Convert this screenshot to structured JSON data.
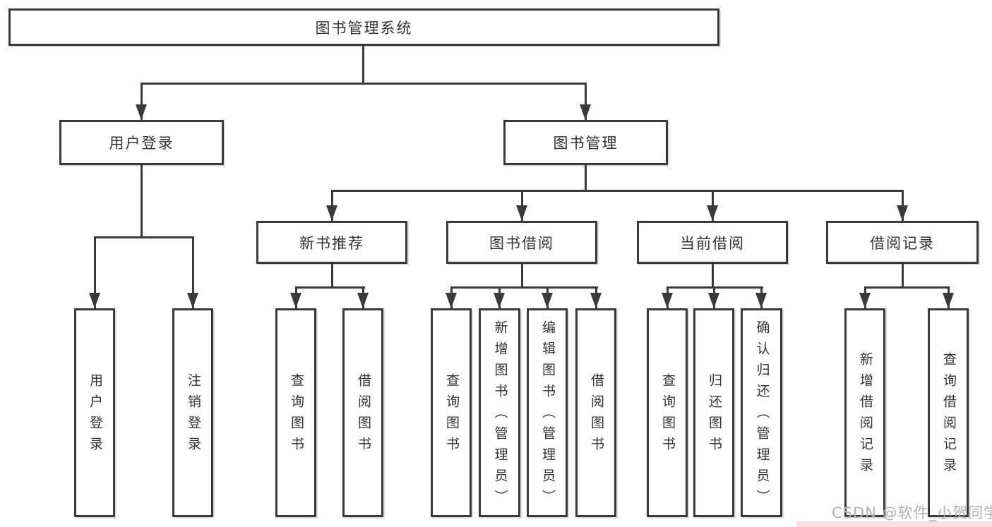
{
  "nodes": {
    "root": "图书管理系统",
    "level2": [
      "用户登录",
      "图书管理"
    ],
    "level3": [
      "新书推荐",
      "图书借阅",
      "当前借阅",
      "借阅记录"
    ],
    "leaves": [
      "用户登录",
      "注销登录",
      "查询图书",
      "借阅图书",
      "查询图书",
      "新增图书（管理员）",
      "编辑图书（管理员）",
      "借阅图书",
      "查询图书",
      "归还图书",
      "确认归还（管理员）",
      "新增借阅记录",
      "查询借阅记录"
    ]
  },
  "watermark": "CSDN @软件_小贺同学",
  "colors": {
    "line": "#3a3a3a",
    "box_border": "#3a3a3a",
    "text": "#333333",
    "background": "#ffffff",
    "watermark_text": "#b7aeae",
    "watermark_band": "#f4c6c6"
  }
}
